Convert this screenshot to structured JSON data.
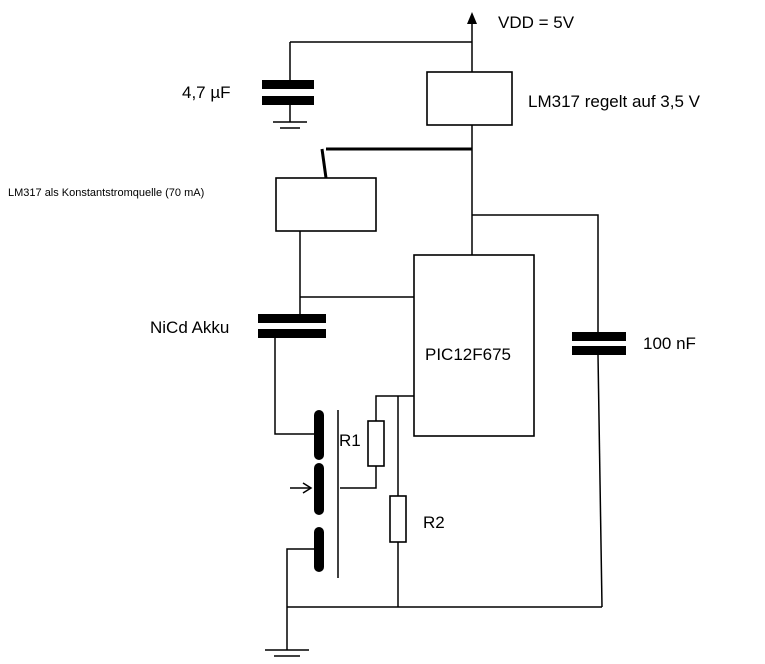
{
  "labels": {
    "vdd": "VDD = 5V",
    "cap_47": "4,7 µF",
    "regulator": "LM317 regelt auf 3,5 V",
    "current_source": "LM317 als Konstantstromquelle (70 mA)",
    "battery": "NiCd Akku",
    "mcu": "PIC12F675",
    "cap_100": "100 nF",
    "r1": "R1",
    "r2": "R2"
  },
  "colors": {
    "ink": "#000000",
    "background": "#ffffff"
  }
}
